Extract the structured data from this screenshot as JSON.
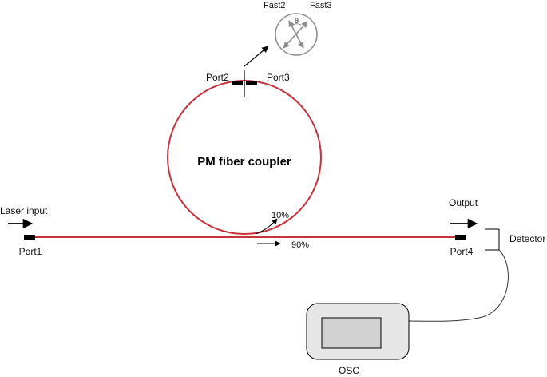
{
  "diagram": {
    "title": "PM fiber coupler",
    "labels": {
      "laser_input": "Laser input",
      "port1": "Port1",
      "port2": "Port2",
      "port3": "Port3",
      "port4": "Port4",
      "output": "Output",
      "detector": "Detector",
      "osc": "OSC",
      "ratio_10": "10%",
      "ratio_90": "90%",
      "fast2": "Fast2",
      "fast3": "Fast3",
      "theta": "θ"
    },
    "colors": {
      "fiber": "#c8323c",
      "ink": "#000000",
      "polarization": "#8c8c8c",
      "osc_body": "#e6e6e6",
      "osc_screen": "#d2d2d2",
      "cable": "#333333"
    }
  }
}
